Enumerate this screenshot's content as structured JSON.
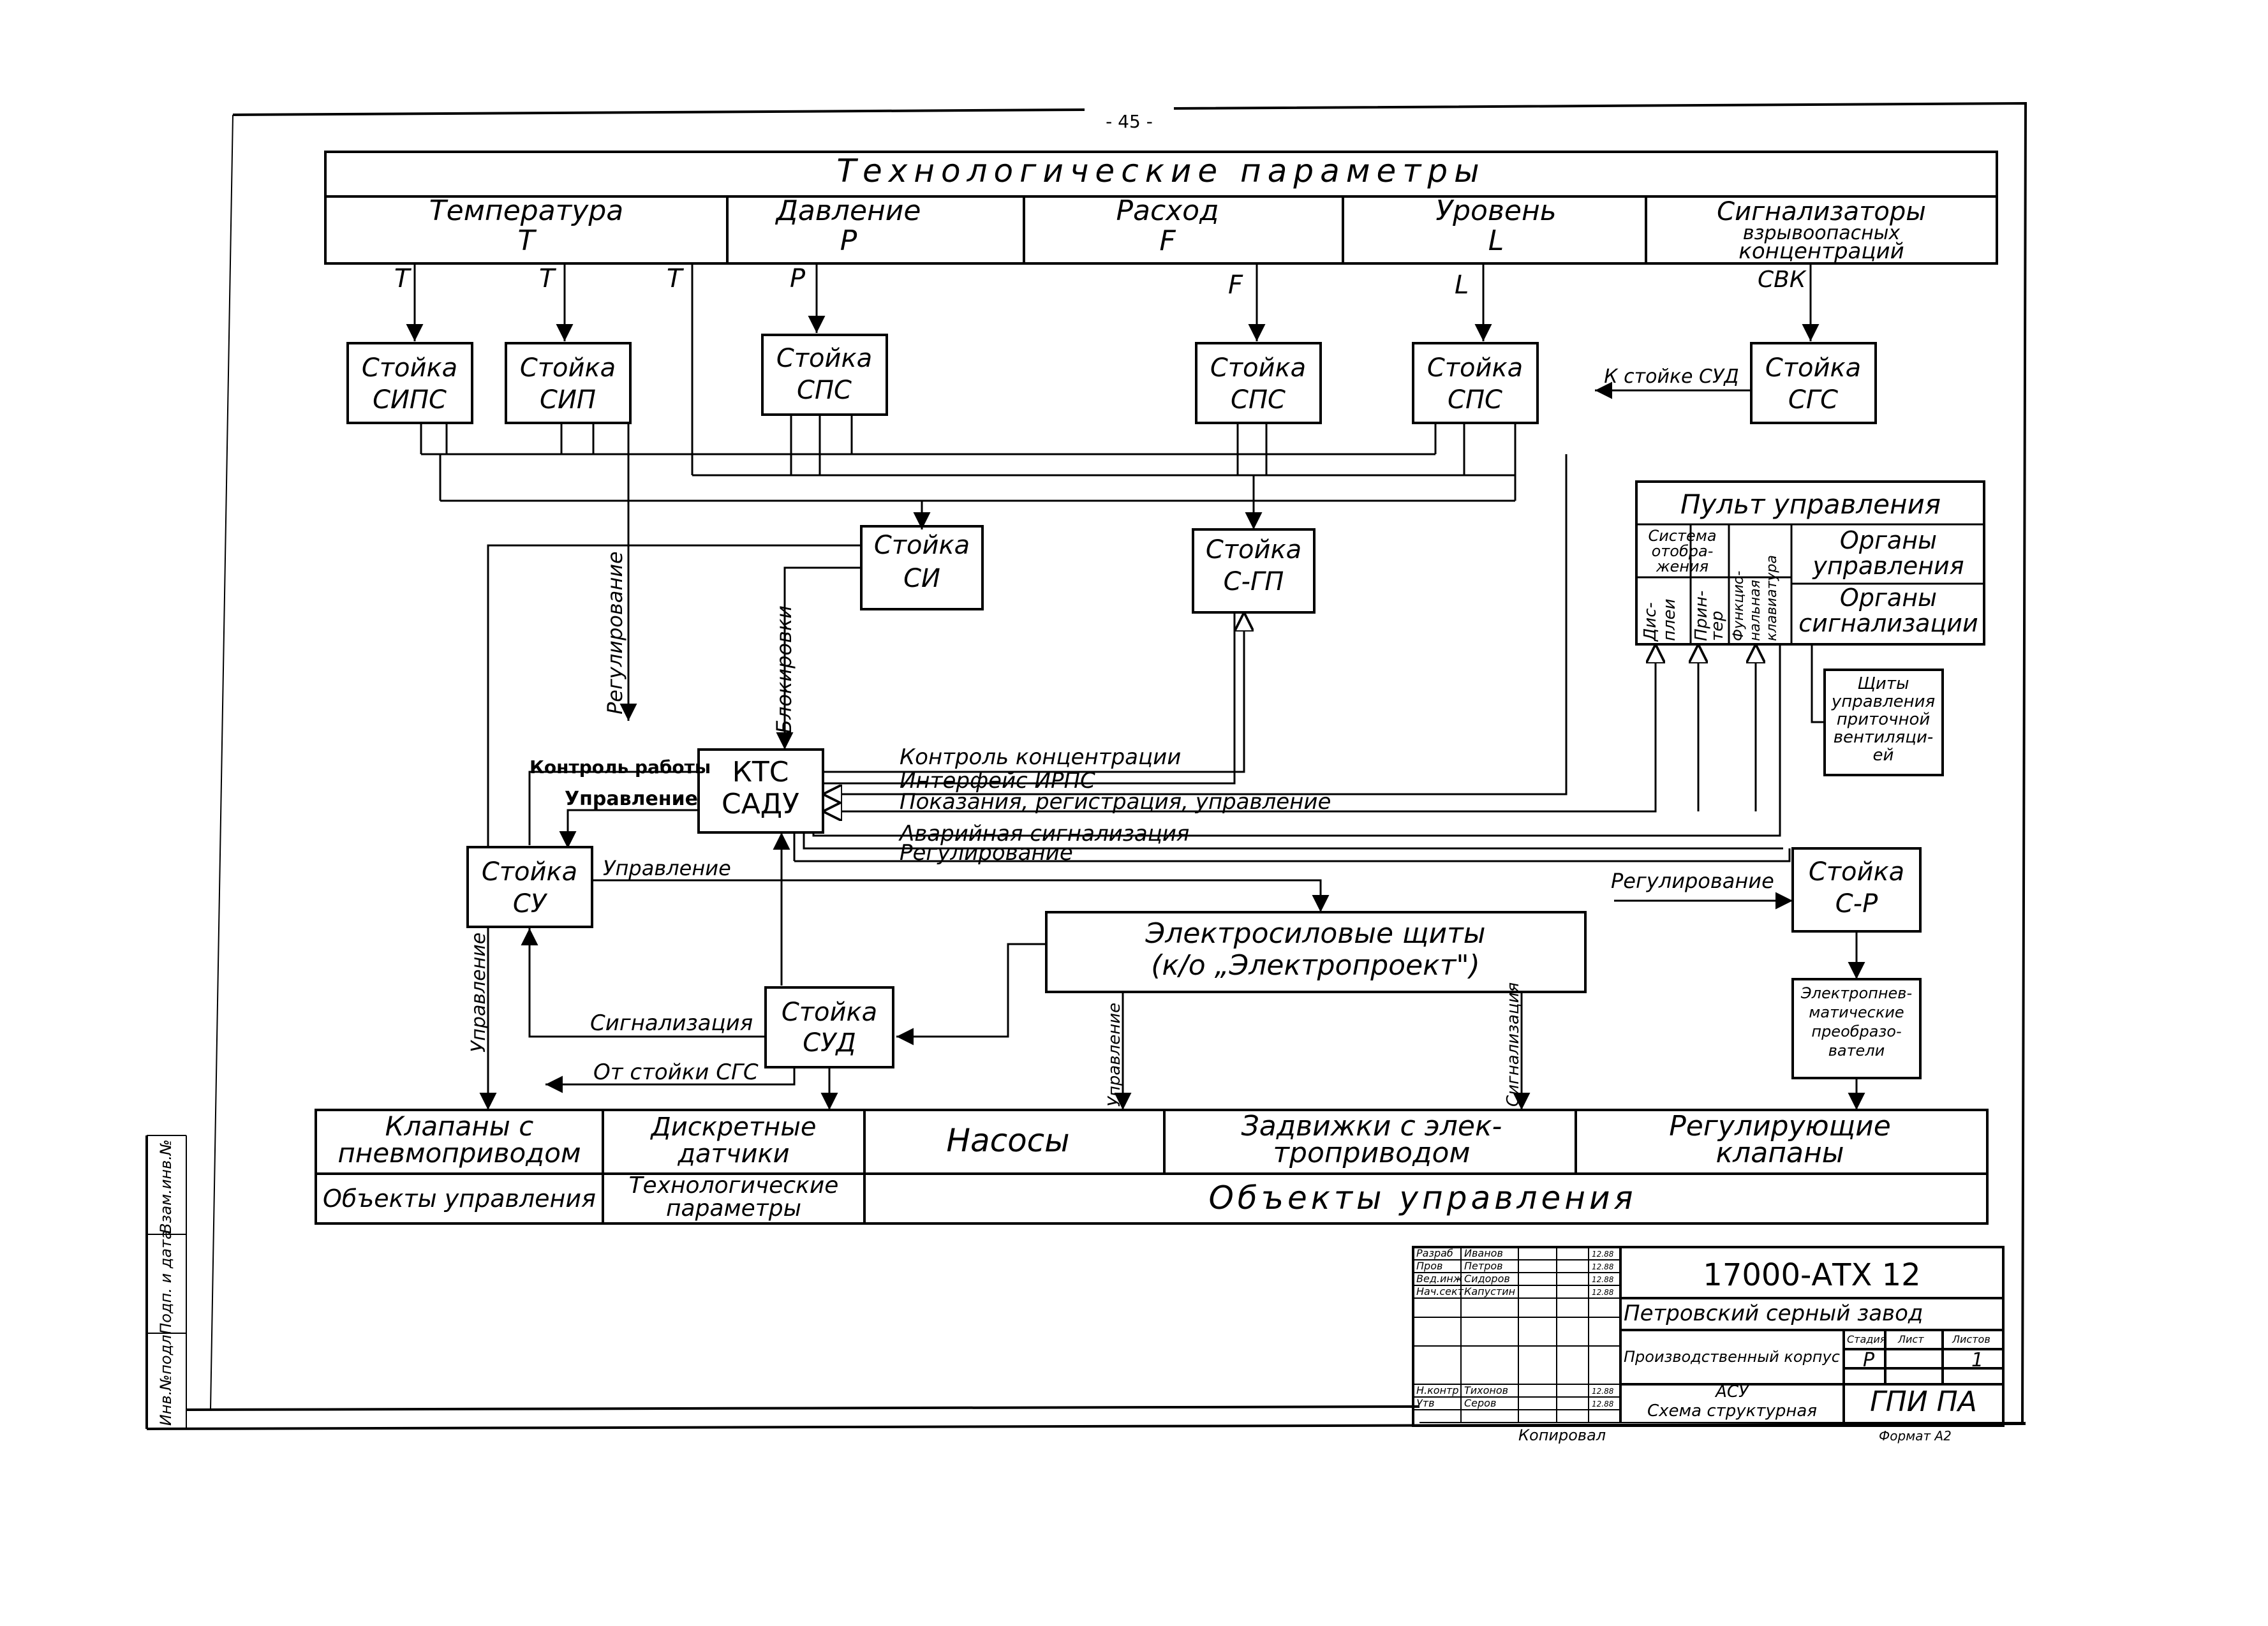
{
  "page_number": "- 45 -",
  "tech_params": {
    "title": "Технологические параметры",
    "temperature": [
      "Температура",
      "T"
    ],
    "pressure": [
      "Давление",
      "P"
    ],
    "flow": [
      "Расход",
      "F"
    ],
    "level": [
      "Уровень",
      "L"
    ],
    "gas_alarm": [
      "Сигнализаторы",
      "взрывоопасных",
      "концентраций"
    ]
  },
  "signal_labels": {
    "t1": "T",
    "t2": "T",
    "t3": "T",
    "p": "P",
    "f": "F",
    "l": "L",
    "cvk": "СВК",
    "to_sud": "К стойке СУД",
    "regulation_vertical": "Регулирование",
    "blocking_vertical": "Блокировки",
    "control_conc": "Контроль концентрации",
    "irps": "Интерфейс ИРПС",
    "readings": "Показания, регистрация, управление",
    "emergency": "Аварийная сигнализация",
    "regulation_line": "Регулирование",
    "work_control": "Контроль работы",
    "control1": "Управление",
    "control2": "Управление",
    "regulation_sr": "Регулирование",
    "signaling": "Сигнализация",
    "from_sgs": "От стойки СГС",
    "control_vertical1": "Управление",
    "control_vertical2": "Управление",
    "signaling_vertical": "Сигнализация"
  },
  "racks": {
    "sips": [
      "Стойка",
      "СИПС"
    ],
    "sip": [
      "Стойка",
      "СИП"
    ],
    "sps1": [
      "Стойка",
      "СПС"
    ],
    "sps2": [
      "Стойка",
      "СПС"
    ],
    "sps3": [
      "Стойка",
      "СПС"
    ],
    "sgs": [
      "Стойка",
      "СГС"
    ],
    "si": [
      "Стойка",
      "СИ"
    ],
    "sgp": [
      "Стойка",
      "С-ГП"
    ],
    "ktc": [
      "КТС",
      "САДУ"
    ],
    "su": [
      "Стойка",
      "СУ"
    ],
    "sud": [
      "Стойка",
      "СУД"
    ],
    "sr": [
      "Стойка",
      "С-Р"
    ]
  },
  "console": {
    "title": "Пульт управления",
    "display_system": [
      "Система",
      "отобра-",
      "жения"
    ],
    "display": [
      "Дис-",
      "плеи"
    ],
    "printer": [
      "Прин-",
      "тер"
    ],
    "func_keyboard": [
      "Функцио-",
      "нальная",
      "клавиатура"
    ],
    "controls": [
      "Органы",
      "управления"
    ],
    "signaling_organs": [
      "Органы",
      "сигнализации"
    ]
  },
  "vent_panels": [
    "Щиты",
    "управления",
    "приточной",
    "вентиляци-",
    "ей"
  ],
  "power_panels": [
    "Электросиловые щиты",
    "(к/о „Электропроект\")"
  ],
  "ep_converters": [
    "Электропнев-",
    "матические",
    "преобразо-",
    "ватели"
  ],
  "objects": {
    "valves": [
      "Клапаны с",
      "пневмоприводом"
    ],
    "sensors": [
      "Дискретные",
      "датчики"
    ],
    "pumps": "Насосы",
    "gate_valves": [
      "Задвижки с элек-",
      "троприводом"
    ],
    "reg_valves": [
      "Регулирующие",
      "клапаны"
    ],
    "control_objects_left": "Объекты управления",
    "tech_params_bottom": [
      "Технологические",
      "параметры"
    ],
    "control_objects_main": "Объекты управления"
  },
  "side_stamp": [
    "Инв.№подл.",
    "Подп. и дата",
    "Взам.инв.№"
  ],
  "title_block": {
    "roles": [
      "Разраб",
      "Пров",
      "Вед.инж",
      "Нач.сект",
      "",
      "",
      "Н.контр",
      "Утв"
    ],
    "names": [
      "Иванов",
      "Петров",
      "Сидоров",
      "Капустин",
      "",
      "",
      "Тихонов",
      "Серов"
    ],
    "dates": [
      "12.88",
      "12.88",
      "12.88",
      "12.88",
      "",
      "",
      "12.88",
      "12.88"
    ],
    "designation": "17000-АТХ 12",
    "plant": "Петровский серный завод",
    "building": "Производственный корпус",
    "stage_label": "Стадия",
    "sheet_label": "Лист",
    "sheets_label": "Листов",
    "stage": "Р",
    "sheets": "1",
    "doc_title": [
      "АСУ",
      "Схема структурная"
    ],
    "org": "ГПИ ПА",
    "copied": "Копировал",
    "format": "Формат А2"
  }
}
